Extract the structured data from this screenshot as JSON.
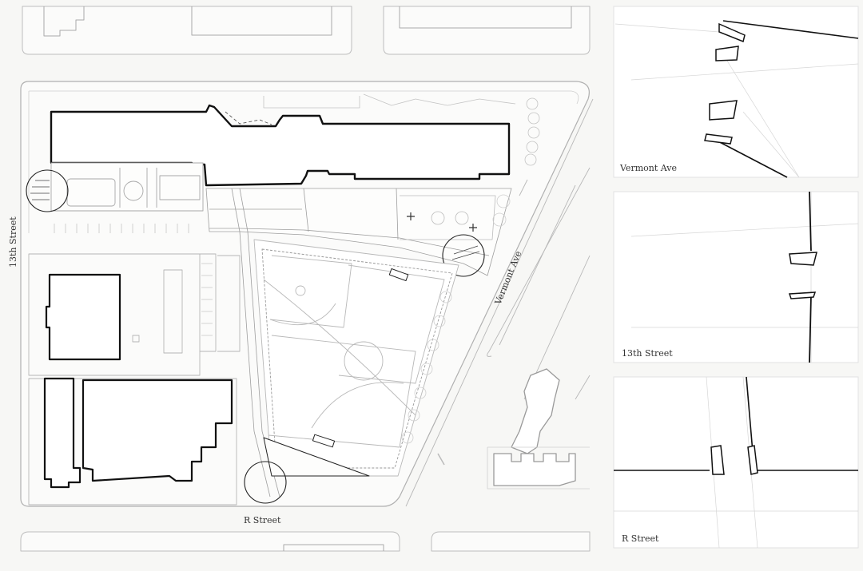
{
  "map": {
    "street_labels": {
      "thirteenth": "13th Street",
      "vermont": "Vermont Ave",
      "r_street": "R Street"
    }
  },
  "details": [
    {
      "caption": "Vermont Ave"
    },
    {
      "caption": "13th Street"
    },
    {
      "caption": "R Street"
    }
  ],
  "colors": {
    "background": "#f7f7f5",
    "panel": "#ffffff",
    "building_outline": "#111111",
    "light_line": "#b5b5b5"
  }
}
